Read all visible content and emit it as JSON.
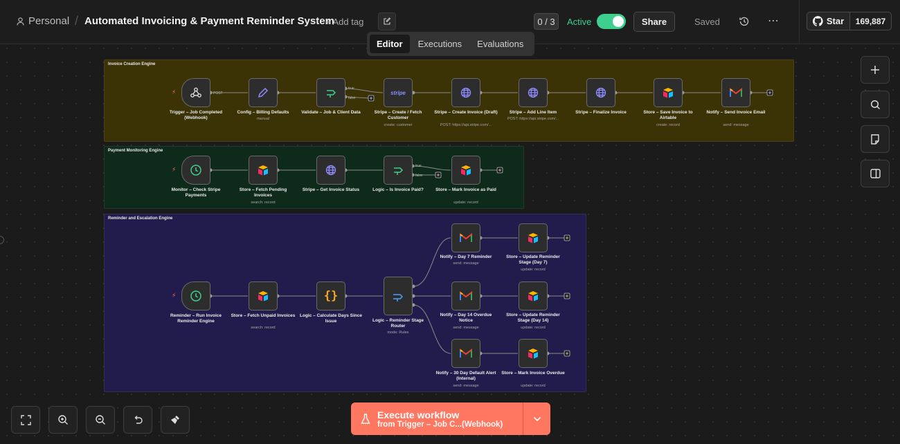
{
  "header": {
    "workspace": "Personal",
    "workflow_title": "Automated Invoicing & Payment Reminder System",
    "add_tag": "+ Add tag",
    "counter": "0 / 3",
    "active_label": "Active",
    "active": true,
    "share_label": "Share",
    "saved_label": "Saved",
    "star_label": "Star",
    "star_count": "169,887"
  },
  "tabs": [
    {
      "label": "Editor",
      "active": true
    },
    {
      "label": "Executions",
      "active": false
    },
    {
      "label": "Evaluations",
      "active": false
    }
  ],
  "groups": [
    {
      "title": "Invoice Creation Engine",
      "color": "#3b3206"
    },
    {
      "title": "Payment Monitoring Engine",
      "color": "#0e2a1a"
    },
    {
      "title": "Reminder and Escalation Engine",
      "color": "#221c4c"
    }
  ],
  "nodes": {
    "n1": {
      "label": "Trigger – Job Completed (Webhook)",
      "sub": "",
      "icon": "webhook-icon"
    },
    "n2": {
      "label": "Config – Billing Defaults",
      "sub": "manual",
      "icon": "pencil-icon"
    },
    "n3": {
      "label": "Validate – Job & Client Data",
      "sub": "",
      "icon": "if-icon"
    },
    "n4": {
      "label": "Stripe – Create / Fetch Customer",
      "sub": "create: customer",
      "icon": "stripe-icon"
    },
    "n5": {
      "label": "Stripe – Create Invoice (Draft)",
      "sub": "POST: https://api.stripe.com/...",
      "icon": "globe-icon"
    },
    "n6": {
      "label": "Stripe – Add Line Item",
      "sub": "POST: https://api.stripe.com/...",
      "icon": "globe-icon"
    },
    "n7": {
      "label": "Stripe – Finalize Invoice",
      "sub": "",
      "icon": "globe-icon"
    },
    "n8": {
      "label": "Store – Save Invoice to Airtable",
      "sub": "create: record",
      "icon": "airtable-icon"
    },
    "n9": {
      "label": "Notify – Send Invoice Email",
      "sub": "send: message",
      "icon": "gmail-icon"
    },
    "m1": {
      "label": "Monitor – Check Stripe Payments",
      "sub": "",
      "icon": "clock-icon"
    },
    "m2": {
      "label": "Store – Fetch Pending Invoices",
      "sub": "search: record",
      "icon": "airtable-icon"
    },
    "m3": {
      "label": "Stripe – Get Invoice Status",
      "sub": "",
      "icon": "globe-icon"
    },
    "m4": {
      "label": "Logic – Is Invoice Paid?",
      "sub": "",
      "icon": "if-icon"
    },
    "m5": {
      "label": "Store – Mark Invoice as Paid",
      "sub": "update: record",
      "icon": "airtable-icon"
    },
    "r1": {
      "label": "Reminder – Run Invoice Reminder Engine",
      "sub": "",
      "icon": "clock-icon"
    },
    "r2": {
      "label": "Store – Fetch Unpaid Invoices",
      "sub": "search: record",
      "icon": "airtable-icon"
    },
    "r3": {
      "label": "Logic – Calculate Days Since Issue",
      "sub": "",
      "icon": "code-icon"
    },
    "r4": {
      "label": "Logic – Reminder Stage Router",
      "sub": "mode: Rules",
      "icon": "switch-icon"
    },
    "r5": {
      "label": "Notify – Day 7 Reminder",
      "sub": "send: message",
      "icon": "gmail-icon"
    },
    "r6": {
      "label": "Store – Update Reminder Stage (Day 7)",
      "sub": "update: record",
      "icon": "airtable-icon"
    },
    "r7": {
      "label": "Notify – Day 14 Overdue Notice",
      "sub": "send: message",
      "icon": "gmail-icon"
    },
    "r8": {
      "label": "Store – Update Reminder Stage (Day 14)",
      "sub": "update: record",
      "icon": "airtable-icon"
    },
    "r9": {
      "label": "Notify – 30 Day Default Alert (Internal)",
      "sub": "send: message",
      "icon": "gmail-icon"
    },
    "r10": {
      "label": "Store – Mark Invoice Overdue",
      "sub": "update: record",
      "icon": "airtable-icon"
    }
  },
  "connection_labels": {
    "post": "POST",
    "true": "true",
    "false": "false",
    "stripe_text": "stripe"
  },
  "execute": {
    "title": "Execute workflow",
    "subtitle": "from Trigger – Job C...(Webhook)"
  },
  "colors": {
    "accent": "#ff7760",
    "active_green": "#3ecf8e"
  }
}
